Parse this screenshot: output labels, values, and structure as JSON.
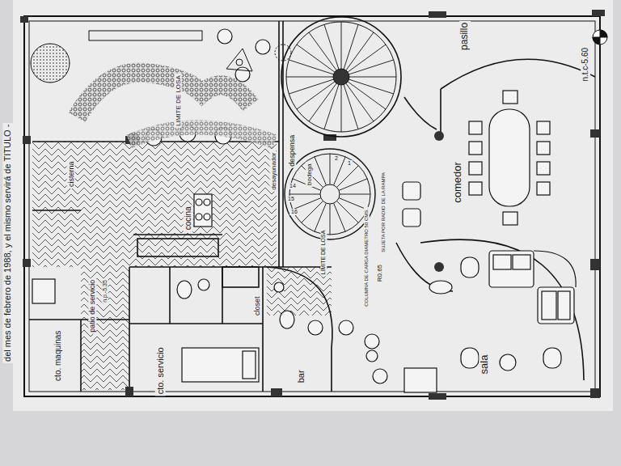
{
  "diagram": {
    "labels": [
      "del mes de febrero de 1988, y el mismo servirá de TITULO -",
      "pasillo",
      "n.t.c-5.60",
      "comedor",
      "sala",
      "bar",
      "closet",
      "cto. servicio",
      "cto. maquinas",
      "patio de servicio",
      "n.p.-5.35",
      "cocina",
      "cisterna",
      "desayunador",
      "despensa",
      "bodega",
      "LIMITE DE LOSA",
      "LIMITE DE LOSA",
      "COLUMNA DE CARGA DIAMETRO 50 CMS.",
      "SUJETA POR RADIO DE LA RAMPA",
      "R0.65",
      "1",
      "2",
      "16",
      "15",
      "14"
    ]
  }
}
